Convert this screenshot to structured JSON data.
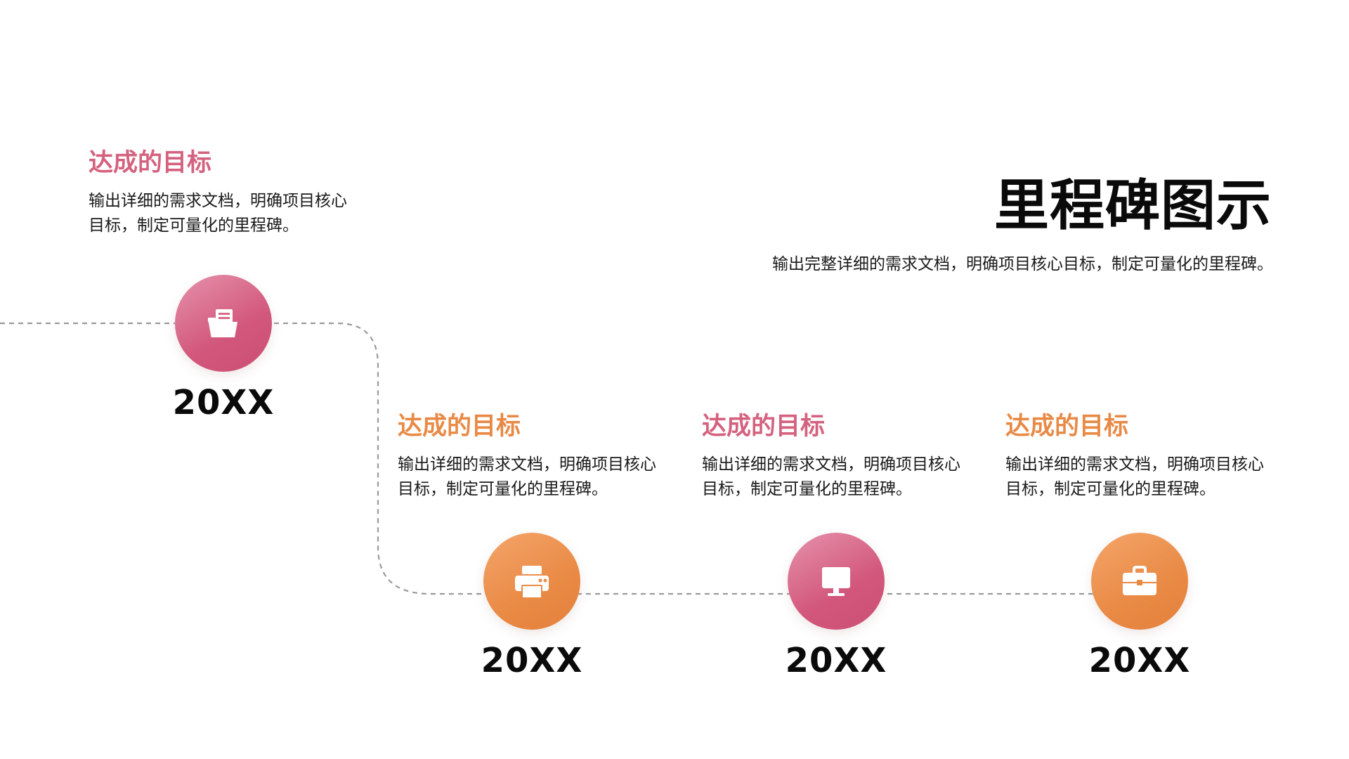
{
  "header": {
    "title": "里程碑图示",
    "subtitle": "输出完整详细的需求文档，明确项目核心目标，制定可量化的里程碑。"
  },
  "milestones": [
    {
      "heading": "达成的目标",
      "description": "输出详细的需求文档，明确项目核心目标，制定可量化的里程碑。",
      "year": "20XX",
      "icon": "folder-icon",
      "accent": "#d4627f"
    },
    {
      "heading": "达成的目标",
      "description": "输出详细的需求文档，明确项目核心目标，制定可量化的里程碑。",
      "year": "20XX",
      "icon": "printer-icon",
      "accent": "#e88a45"
    },
    {
      "heading": "达成的目标",
      "description": "输出详细的需求文档，明确项目核心目标，制定可量化的里程碑。",
      "year": "20XX",
      "icon": "monitor-icon",
      "accent": "#d4627f"
    },
    {
      "heading": "达成的目标",
      "description": "输出详细的需求文档，明确项目核心目标，制定可量化的里程碑。",
      "year": "20XX",
      "icon": "briefcase-icon",
      "accent": "#e88a45"
    }
  ]
}
